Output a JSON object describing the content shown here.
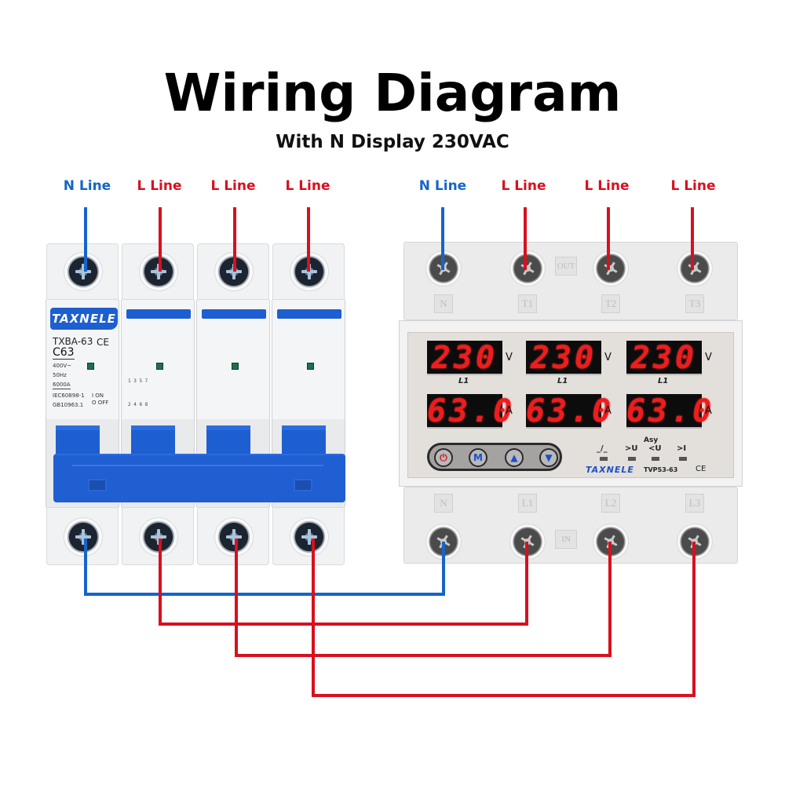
{
  "header": {
    "title": "Wiring Diagram",
    "subtitle": "With N Display 230VAC"
  },
  "colors": {
    "neutral_wire": "#1565c8",
    "line_wire": "#d8101e",
    "breaker_blue": "#1d5fd0",
    "display_red": "#ee1d1d"
  },
  "left_labels": [
    {
      "text": "N Line",
      "type": "neutral"
    },
    {
      "text": "L Line",
      "type": "line"
    },
    {
      "text": "L Line",
      "type": "line"
    },
    {
      "text": "L Line",
      "type": "line"
    }
  ],
  "right_labels": [
    {
      "text": "N Line",
      "type": "neutral"
    },
    {
      "text": "L Line",
      "type": "line"
    },
    {
      "text": "L Line",
      "type": "line"
    },
    {
      "text": "L Line",
      "type": "line"
    }
  ],
  "breaker": {
    "brand": "TAXNELE",
    "model": "TXBA-63",
    "ce_mark": "CE",
    "rating": "C63",
    "voltage": "400V~",
    "frequency": "50Hz",
    "breaking_capacity": "6000A",
    "standard_1": "IEC60898-1",
    "standard_2": "GB10963.1",
    "on_label": "I ON",
    "off_label": "O OFF",
    "terminal_marks_top": "1 3 5 7",
    "terminal_marks_bottom": "2 4 6 8",
    "poles": 4
  },
  "protector": {
    "brand": "TAXNELE",
    "model": "TVPS3-63",
    "ce_mark": "CE",
    "out_label": "OUT",
    "in_label": "IN",
    "top_terminals": [
      "N",
      "T1",
      "T2",
      "T3"
    ],
    "bottom_terminals": [
      "N",
      "L1",
      "L2",
      "L3"
    ],
    "voltage_readings": [
      {
        "value": "230",
        "unit": "V",
        "phase": "L1"
      },
      {
        "value": "230",
        "unit": "V",
        "phase": "L1"
      },
      {
        "value": "230",
        "unit": "V",
        "phase": "L1"
      }
    ],
    "current_readings": [
      {
        "value": "63.0",
        "unit": "A"
      },
      {
        "value": "63.0",
        "unit": "A"
      },
      {
        "value": "63.0",
        "unit": "A"
      }
    ],
    "buttons": [
      {
        "icon": "power-icon",
        "glyph": "⏻",
        "color": "#d8101e"
      },
      {
        "icon": "menu-icon",
        "glyph": "M",
        "color": "#1d4fc4"
      },
      {
        "icon": "up-arrow-icon",
        "glyph": "▲",
        "color": "#1d4fc4"
      },
      {
        "icon": "down-arrow-icon",
        "glyph": "▼",
        "color": "#1d4fc4"
      }
    ],
    "indicator_group_label": "Asy",
    "indicators": [
      "_/_",
      ">U",
      "<U",
      ">I"
    ]
  }
}
